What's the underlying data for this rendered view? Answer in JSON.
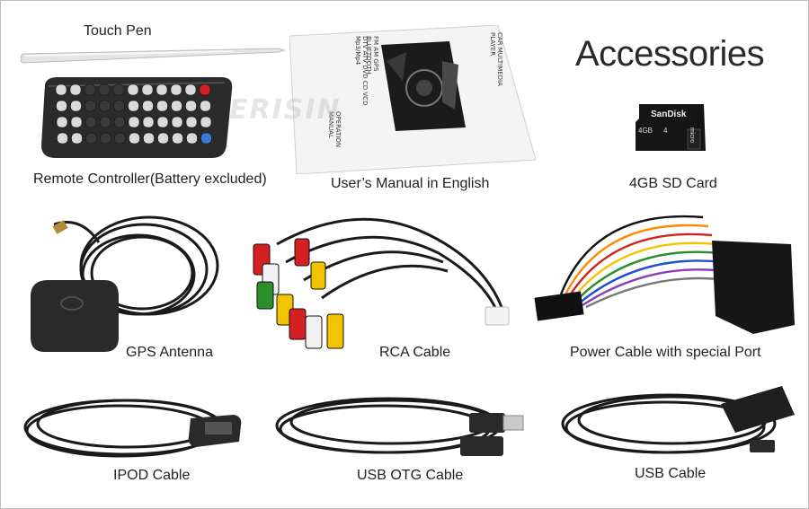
{
  "title": "Accessories",
  "watermark": "ERISIN",
  "items": [
    {
      "label": "Touch Pen"
    },
    {
      "label": "Remote Controller(Battery excluded)"
    },
    {
      "label": "User’s Manual in English"
    },
    {
      "label": "4GB SD Card"
    },
    {
      "label": "GPS Antenna"
    },
    {
      "label": "RCA Cable"
    },
    {
      "label": "Power Cable with special Port"
    },
    {
      "label": "IPOD Cable"
    },
    {
      "label": "USB OTG Cable"
    },
    {
      "label": "USB Cable"
    }
  ],
  "manual": {
    "heading": "CAR MULTIMEDIA PLAYER",
    "features_1": "FM AM GPS BLUETOOTH",
    "features_2": "DTV ATV DVD CD VCD Mp3/Mp4",
    "footer": "OPERATION MANUAL"
  },
  "sd_card": {
    "brand": "SanDisk",
    "capacity": "4GB",
    "type": "micro",
    "class": "4"
  },
  "colors": {
    "title": "#2a2a2a",
    "cable": "#1a1a1a",
    "rca_red": "#d42020",
    "rca_white": "#f2f2f2",
    "rca_yellow": "#f2c400",
    "rca_green": "#2a8f2a",
    "remote_body": "#2b2b2b"
  }
}
